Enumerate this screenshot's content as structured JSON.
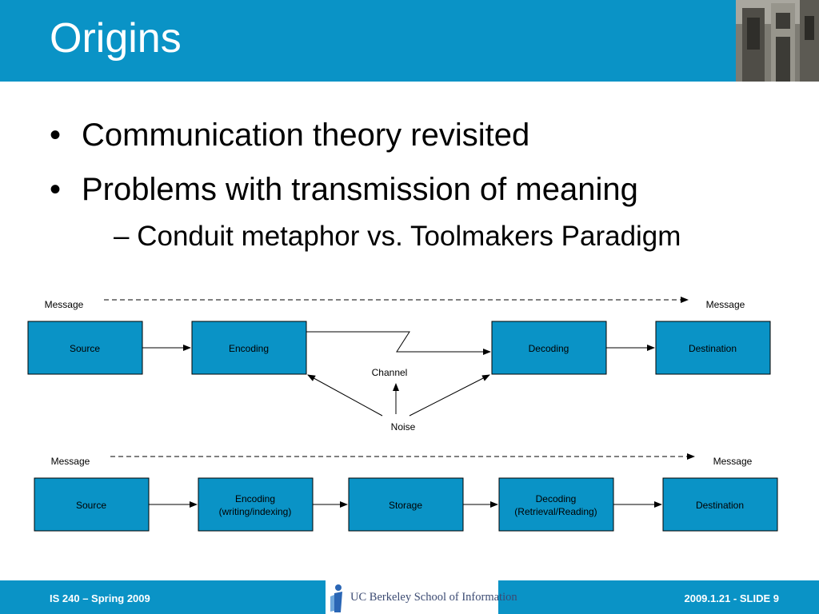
{
  "slide": {
    "title": "Origins",
    "bullets": [
      "Communication theory revisited",
      "Problems with transmission of meaning"
    ],
    "sub_bullet": "Conduit metaphor vs. Toolmakers Paradigm",
    "bullet_glyph": "•",
    "sub_glyph": "–"
  },
  "diagram_top": {
    "message_left": "Message",
    "message_right": "Message",
    "boxes": [
      "Source",
      "Encoding",
      "Decoding",
      "Destination"
    ],
    "channel_label": "Channel",
    "noise_label": "Noise"
  },
  "diagram_bottom": {
    "message_left": "Message",
    "message_right": "Message",
    "boxes": [
      {
        "line1": "Source",
        "line2": ""
      },
      {
        "line1": "Encoding",
        "line2": "(writing/indexing)"
      },
      {
        "line1": "Storage",
        "line2": ""
      },
      {
        "line1": "Decoding",
        "line2": "(Retrieval/Reading)"
      },
      {
        "line1": "Destination",
        "line2": ""
      }
    ]
  },
  "footer": {
    "left": "IS 240 – Spring 2009",
    "right": "2009.1.21 - SLIDE 9",
    "logo_text": "UC Berkeley School of Information"
  },
  "colors": {
    "header": "#0a93c6",
    "box_fill": "#0a93c6",
    "footer": "#0a93c6"
  }
}
